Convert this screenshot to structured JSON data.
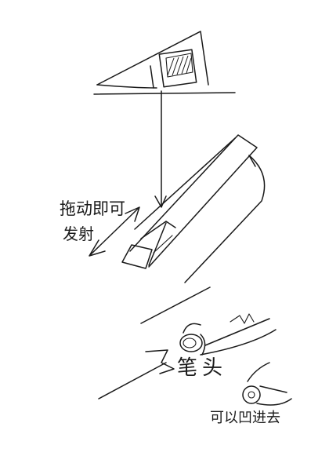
{
  "annotations": {
    "drag_to_fire_line1": "拖动即可",
    "drag_to_fire_line2": "发射",
    "pen_tip": "笔头",
    "retractable": "可以凹进去"
  },
  "colors": {
    "ink": "#1a1a1a",
    "paper": "#ffffff"
  }
}
